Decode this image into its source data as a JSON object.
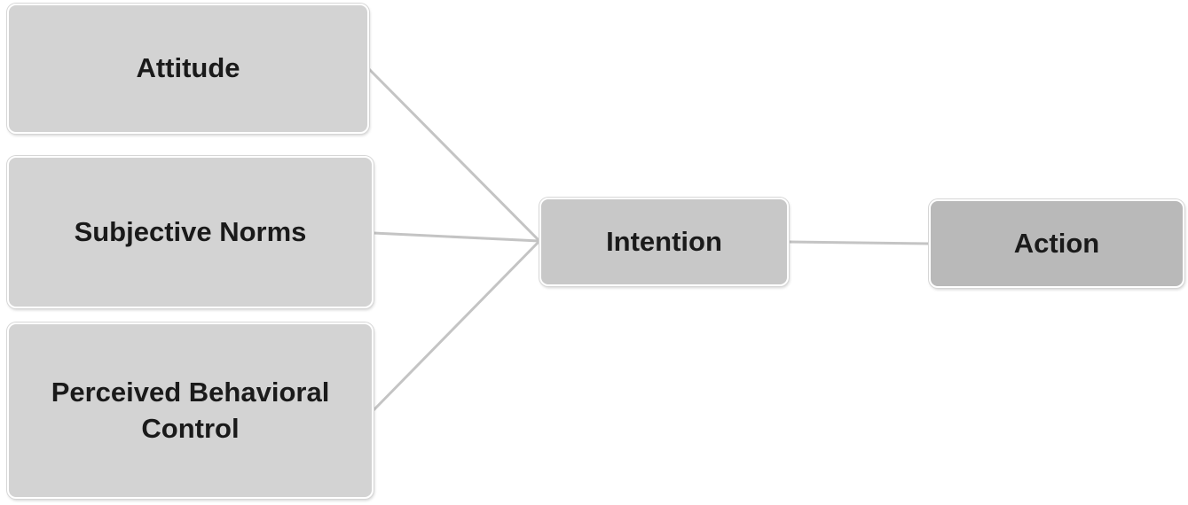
{
  "diagram": {
    "nodes": {
      "attitude": {
        "label": "Attitude"
      },
      "subjective_norms": {
        "label": "Subjective Norms"
      },
      "perceived_behavioral_control": {
        "label": "Perceived Behavioral Control"
      },
      "intention": {
        "label": "Intention"
      },
      "action": {
        "label": "Action"
      }
    },
    "edges": [
      {
        "from": "attitude",
        "to": "intention"
      },
      {
        "from": "subjective_norms",
        "to": "intention"
      },
      {
        "from": "perceived_behavioral_control",
        "to": "intention"
      },
      {
        "from": "intention",
        "to": "action"
      }
    ],
    "colors": {
      "predictor_fill": "#d3d3d3",
      "intention_fill": "#c8c8c8",
      "action_fill": "#b9b9b9",
      "connector": "#c4c4c4",
      "text": "#1a1a1a"
    }
  }
}
